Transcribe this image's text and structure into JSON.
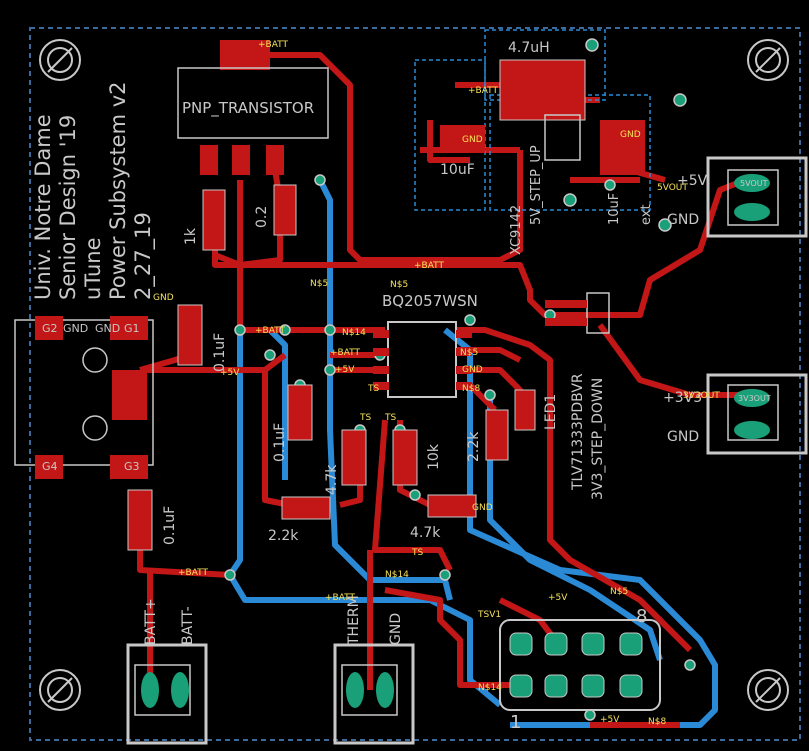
{
  "board": {
    "title_lines": [
      "Univ. Notre Dame",
      "Senior Design '19",
      "uTune",
      "Power Subsystem v2",
      "2_27_19"
    ]
  },
  "components": {
    "pnp": "PNP_TRANSISTOR",
    "r_1k": "1k",
    "r_02": "0.2",
    "ic_main": "BQ2057WSN",
    "c_01_left": "0.1uF",
    "c_01_mid": "0.1uF",
    "c_01_bottom": "0.1uF",
    "r_22k_bottom": "2.2k",
    "r_47k_vert": "4.7k",
    "r_10k": "10k",
    "r_47k_bottom": "4.7k",
    "r_22k_right": "2.2k",
    "led": "LED1",
    "step_down": "TLV71333PDBVR",
    "step_down_name": "3V3_STEP_DOWN",
    "boost_ind": "4.7uH",
    "boost_ic": "XC9142",
    "boost_name": "5V_STEP_UP",
    "c_10u_left": "10uF",
    "c_10u_right": "10uF",
    "c_ext": "ext",
    "header_pin1": "1",
    "header_pin8": "8"
  },
  "connectors": {
    "batt_plus": "BATT+",
    "batt_minus": "BATT-",
    "therm": "THERM",
    "gnd": "GND",
    "plus5v": "+5V",
    "plus3v3": "+3V3",
    "gnd_5v": "GND",
    "gnd_3v3": "GND",
    "pad_5vout": "5VOUT",
    "pad_3v3out": "3V3OUT",
    "pad_gnd": "GND"
  },
  "usb": {
    "g1": "G1",
    "g2": "G2",
    "g3": "G3",
    "g4": "G4",
    "gnd": "GND"
  },
  "nets": {
    "batt": "+BATT",
    "v5": "+5V",
    "n5": "N$5",
    "n14": "N$14",
    "n8": "N$8",
    "ts": "TS",
    "gnd": "GND",
    "v5out": "5VOUT",
    "v3out": "3V3OUT",
    "tsv1": "TSV1"
  },
  "colors": {
    "background": "#000000",
    "top_copper": "#c31616",
    "bottom_copper": "#2a8ad6",
    "pad_green": "#1aa079",
    "silkscreen": "#c8c8c8",
    "net_label": "#f5e25a",
    "board_outline": "#3c6a9c"
  }
}
